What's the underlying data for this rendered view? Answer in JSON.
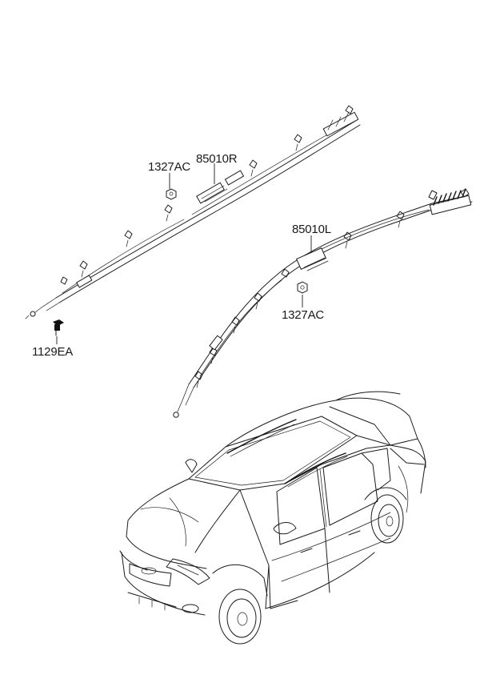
{
  "diagram": {
    "labels": {
      "nut_right": "1327AC",
      "airbag_right": "85010R",
      "airbag_left": "85010L",
      "nut_left": "1327AC",
      "bolt": "1129EA"
    },
    "colors": {
      "line": "#1c1c1c",
      "background": "#ffffff"
    }
  }
}
